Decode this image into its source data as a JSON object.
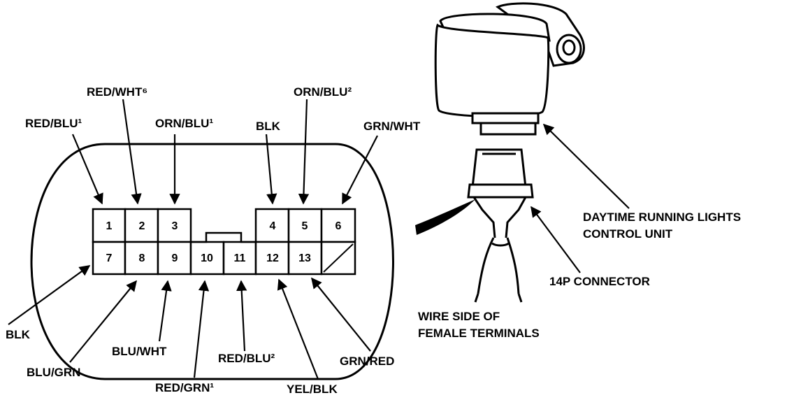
{
  "connector": {
    "top_row": [
      "1",
      "2",
      "3",
      "4",
      "5",
      "6"
    ],
    "bottom_row": [
      "7",
      "8",
      "9",
      "10",
      "11",
      "12",
      "13"
    ]
  },
  "wires": {
    "red_blu_1": "RED/BLU¹",
    "red_wht_6": "RED/WHT⁶",
    "orn_blu_1": "ORN/BLU¹",
    "blk_top": "BLK",
    "orn_blu_2": "ORN/BLU²",
    "grn_wht": "GRN/WHT",
    "blk_bottom": "BLK",
    "blu_grn": "BLU/GRN",
    "blu_wht": "BLU/WHT",
    "red_grn_1": "RED/GRN¹",
    "red_blu_2": "RED/BLU²",
    "yel_blk": "YEL/BLK",
    "grn_red": "GRN/RED"
  },
  "callouts": {
    "control_unit_line1": "DAYTIME RUNNING LIGHTS",
    "control_unit_line2": "CONTROL UNIT",
    "connector": "14P CONNECTOR",
    "wire_side_line1": "WIRE SIDE OF",
    "wire_side_line2": "FEMALE TERMINALS"
  }
}
